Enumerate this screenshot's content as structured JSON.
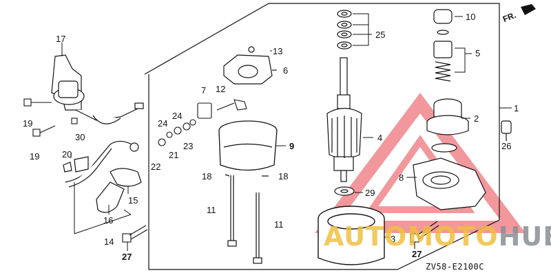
{
  "diagram": {
    "part_labels": [
      "1",
      "2",
      "3",
      "4",
      "5",
      "6",
      "7",
      "8",
      "9",
      "10",
      "11",
      "11",
      "12",
      "13",
      "14",
      "15",
      "16",
      "17",
      "18",
      "18",
      "19",
      "19",
      "20",
      "21",
      "22",
      "23",
      "24",
      "24",
      "25",
      "26",
      "27",
      "27",
      "29",
      "30"
    ],
    "direction_label": "FR.",
    "drawing_code": "ZV58-E2100C"
  },
  "watermark": {
    "text_part1": "AUTOMOTO",
    "text_part2": "HUB",
    "triangle_color": "#e8434b",
    "text_color_1": "#f0c040",
    "text_color_2": "#8a8f95"
  }
}
